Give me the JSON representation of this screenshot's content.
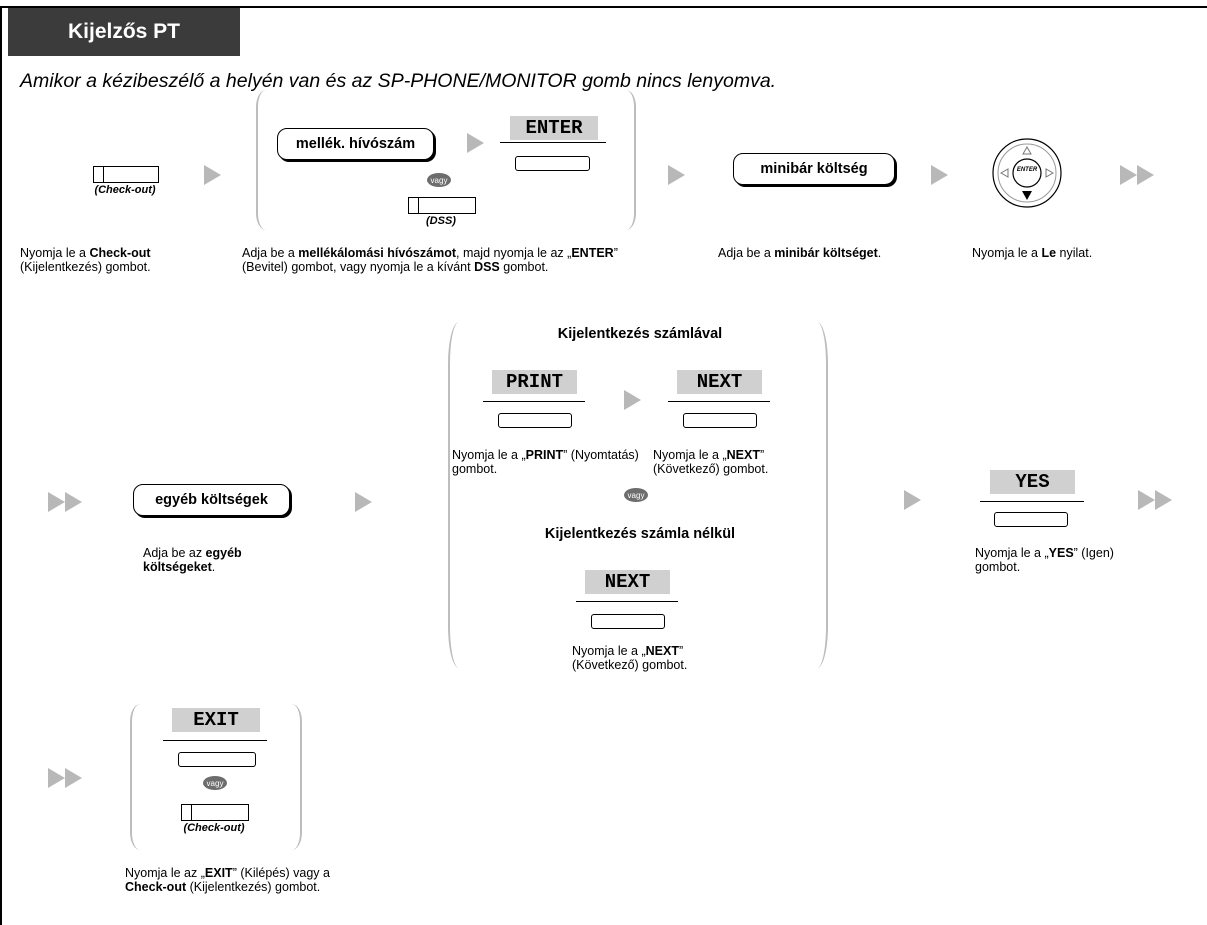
{
  "header": {
    "title": "Kijelzős PT",
    "subtitle": "Amikor a kézibeszélő a helyén van és az SP-PHONE/MONITOR gomb nincs lenyomva."
  },
  "labels": {
    "check_out_caption": "(Check-out)",
    "dss_caption": "(DSS)",
    "vagy": "vagy",
    "enter_icon": "ENTER"
  },
  "buttons": {
    "mellek": "mellék. hívószám",
    "minibar": "minibár költség",
    "egyeb": "egyéb költségek",
    "enter": "ENTER",
    "print": "PRINT",
    "next": "NEXT",
    "yes": "YES",
    "exit": "EXIT"
  },
  "headings": {
    "with_bill": "Kijelentkezés számlával",
    "without_bill": "Kijelentkezés számla nélkül"
  },
  "steps": {
    "s1": {
      "pre": "Nyomja le a ",
      "b1": "Check-out",
      "post": " (Kijelentkezés) gombot."
    },
    "s2": {
      "pre": "Adja be a ",
      "b1": "mellékálomási hívószámot",
      "mid": ", majd nyomja le az „",
      "b2": "ENTER",
      "mid2": "” (Bevitel) gombot, vagy nyomja le a kívánt ",
      "b3": "DSS",
      "post": " gombot."
    },
    "s3": {
      "pre": "Adja be a ",
      "b1": "minibár költséget",
      "post": "."
    },
    "s4": {
      "pre": "Nyomja le a ",
      "b1": "Le",
      "post": " nyilat."
    },
    "s5": {
      "pre": "Adja be az ",
      "b1": "egyéb költségeket",
      "post": "."
    },
    "s6": {
      "pre": "Nyomja le a „",
      "b1": "PRINT",
      "post": "” (Nyomtatás) gombot."
    },
    "s7": {
      "pre": "Nyomja le a „",
      "b1": "NEXT",
      "post": "” (Következő) gombot."
    },
    "s8": {
      "pre": "Nyomja le a „",
      "b1": "NEXT",
      "post": "” (Következő) gombot."
    },
    "s9": {
      "pre": "Nyomja le a „",
      "b1": "YES",
      "post": "” (Igen) gombot."
    },
    "s10": {
      "pre": "Nyomja le az „",
      "b1": "EXIT",
      "mid": "” (Kilépés) vagy a ",
      "b2": "Check-out",
      "post": " (Kijelentkezés) gombot."
    }
  },
  "icons": {
    "arrow": "right-triangle-arrow",
    "double_arrow": "double-right-triangle-arrow",
    "navigator": "navigator-key-with-down-arrow"
  },
  "colors": {
    "title_bg": "#3b3b3b",
    "softkey_bg": "#d0d0d0",
    "arrow": "#b8b8b8",
    "vagy_bg": "#6d6d6d"
  }
}
